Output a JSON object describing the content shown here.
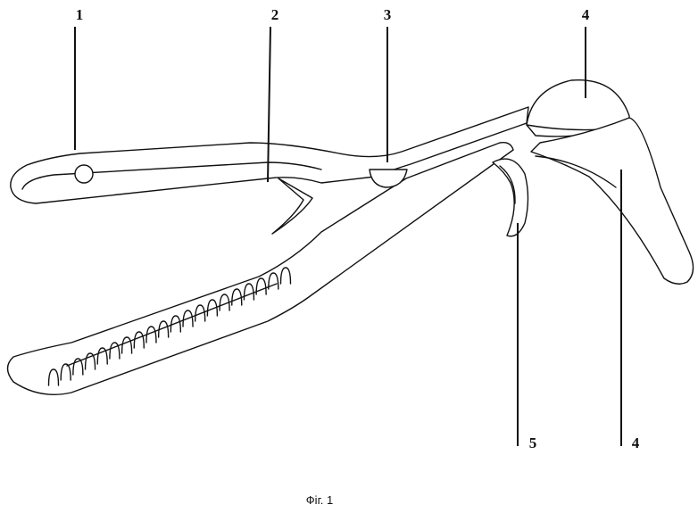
{
  "labels": {
    "l1": "1",
    "l2": "2",
    "l3": "3",
    "l4a": "4",
    "l4b": "4",
    "l5": "5"
  },
  "caption": "Фіг. 1"
}
